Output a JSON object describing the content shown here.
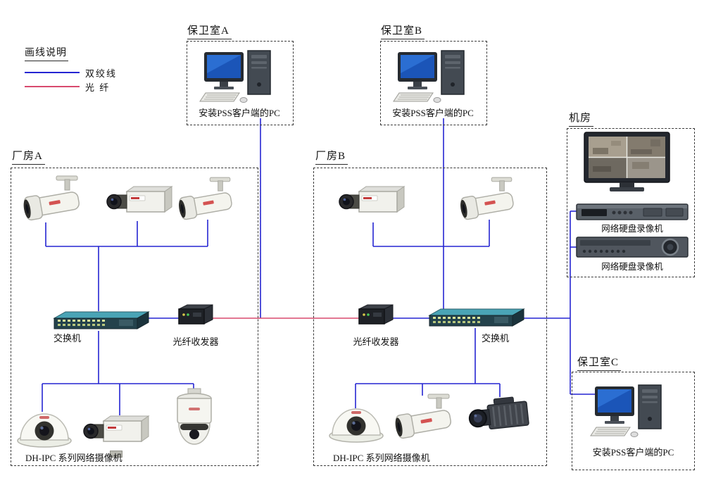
{
  "colors": {
    "wire-blue": "#2525d2",
    "wire-red": "#d84a6e"
  },
  "legend": {
    "title": "画线说明",
    "items": [
      {
        "label": "双绞线"
      },
      {
        "label": "光  纤"
      }
    ]
  },
  "guard_room_a": {
    "title": "保卫室A",
    "pc_caption": "安装PSS客户端的PC"
  },
  "guard_room_b": {
    "title": "保卫室B",
    "pc_caption": "安装PSS客户端的PC"
  },
  "guard_room_c": {
    "title": "保卫室C",
    "pc_caption": "安装PSS客户端的PC"
  },
  "machine_room": {
    "title": "机房",
    "nvr1_caption": "网络硬盘录像机",
    "nvr2_caption": "网络硬盘录像机"
  },
  "factory_a": {
    "title": "厂房A",
    "switch_caption": "交换机",
    "transceiver_caption": "光纤收发器",
    "cameras_caption": "DH-IPC  系列网络摄像机"
  },
  "factory_b": {
    "title": "厂房B",
    "switch_caption": "交换机",
    "transceiver_caption": "光纤收发器",
    "cameras_caption": "DH-IPC  系列网络摄像机"
  }
}
